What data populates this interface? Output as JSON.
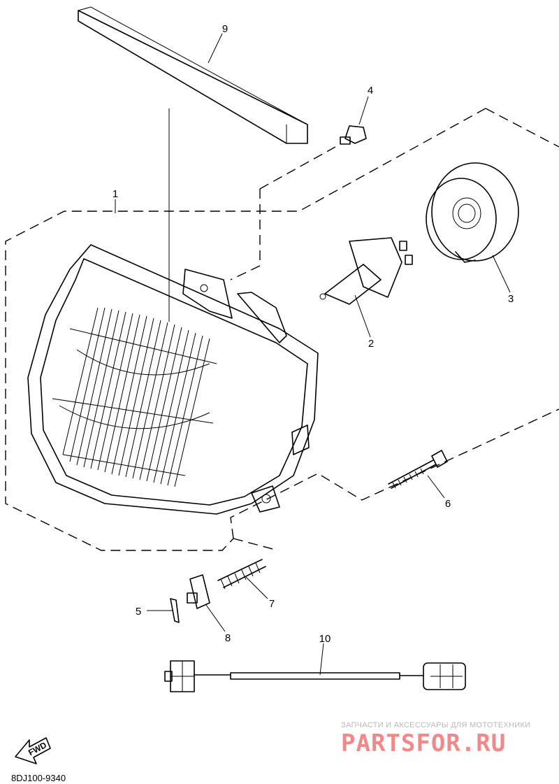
{
  "diagram": {
    "code": "8DJ100-9340",
    "fwd_label": "FWD",
    "callouts": {
      "c1": "1",
      "c2": "2",
      "c3": "3",
      "c4": "4",
      "c5": "5",
      "c6": "6",
      "c7": "7",
      "c8": "8",
      "c9": "9",
      "c10": "10"
    }
  },
  "watermark": {
    "tagline": "ЗАПЧАСТИ И АКСЕССУАРЫ ДЛЯ МОТОТЕХНИКИ",
    "brand": "PARTSFOR.RU",
    "brand_color": "#f08a8a",
    "tagline_color": "#b9b9b9"
  }
}
